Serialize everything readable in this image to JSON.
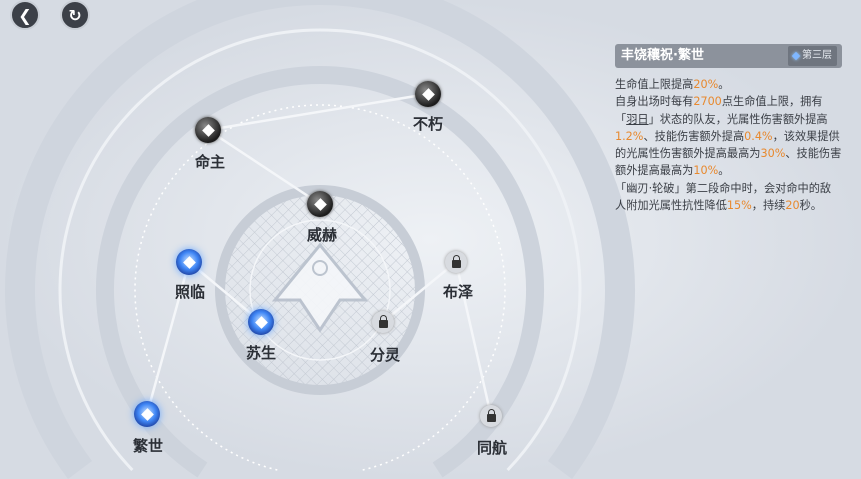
{
  "nav": {
    "back_icon": "chevron-left-icon",
    "refresh_icon": "refresh-icon"
  },
  "nodes": {
    "mingzhu": {
      "label": "命主",
      "state": "unlocked"
    },
    "buxiu": {
      "label": "不朽",
      "state": "unlocked"
    },
    "weihe": {
      "label": "威赫",
      "state": "unlocked"
    },
    "zhaolin": {
      "label": "照临",
      "state": "active"
    },
    "susheng": {
      "label": "苏生",
      "state": "active"
    },
    "fenling": {
      "label": "分灵",
      "state": "locked"
    },
    "buze": {
      "label": "布泽",
      "state": "locked"
    },
    "fanshi": {
      "label": "繁世",
      "state": "active"
    },
    "tonghang": {
      "label": "同航",
      "state": "locked"
    }
  },
  "panel": {
    "title": "丰饶穰祝·繁世",
    "badge": "第三层",
    "desc": {
      "p1a": "生命值上限提高",
      "v1": "20%",
      "p1b": "。",
      "p2a": "自身出场时每有",
      "v2": "2700",
      "p2b": "点生命值上限，拥有",
      "p2c": "「",
      "p2term": "羽日",
      "p2d": "」状态的队友，光属性伤害额外提高",
      "v3": "1.2%",
      "p2e": "、技能伤害额外提高",
      "v4": "0.4%",
      "p2f": "，该效果提供的光属性伤害额外提高最高为",
      "v5": "30%",
      "p2g": "、技能伤害额外提高最高为",
      "v6": "10%",
      "p2h": "。",
      "p3a": "「幽刃·轮破」第二段命中时，会对命中的敌人附加光属性抗性降低",
      "v7": "15%",
      "p3b": "，持续",
      "v8": "20",
      "p3c": "秒。"
    }
  },
  "colors": {
    "highlight": "#e8892e",
    "active": "#3f86f5"
  }
}
